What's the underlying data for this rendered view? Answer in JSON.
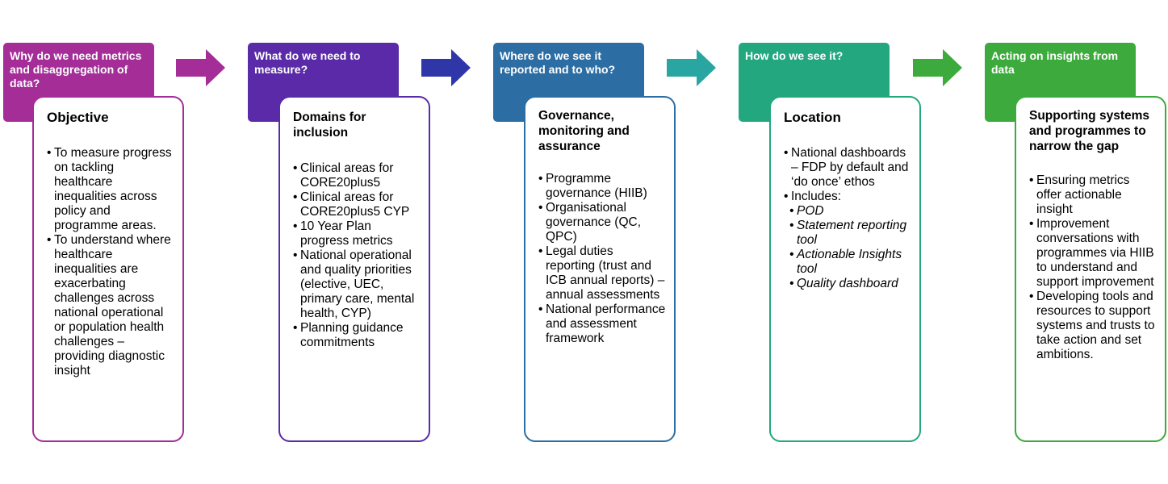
{
  "stages": [
    {
      "header": "Why do we need metrics and disaggregation of data?",
      "title": "Objective",
      "items": [
        {
          "text": "To measure progress on tackling healthcare inequalities across policy and programme areas.",
          "italic": false
        },
        {
          "text": "To understand where healthcare inequalities are exacerbating challenges across national operational or population health challenges – providing diagnostic insight",
          "italic": false
        }
      ]
    },
    {
      "header": "What do we need to measure?",
      "title": "Domains for inclusion",
      "items": [
        {
          "text": "Clinical areas for CORE20plus5",
          "italic": false
        },
        {
          "text": "Clinical areas for CORE20plus5 CYP",
          "italic": false
        },
        {
          "text": "10 Year Plan progress metrics",
          "italic": false
        },
        {
          "text": "National operational and quality priorities (elective, UEC, primary care, mental health, CYP)",
          "italic": false
        },
        {
          "text": "Planning guidance commitments",
          "italic": false
        }
      ]
    },
    {
      "header": "Where do we see it reported and to who?",
      "title": "Governance, monitoring and assurance",
      "items": [
        {
          "text": "Programme governance (HIIB)",
          "italic": false
        },
        {
          "text": "Organisational governance (QC, QPC)",
          "italic": false
        },
        {
          "text": "Legal duties reporting (trust and ICB annual reports) – annual assessments",
          "italic": false
        },
        {
          "text": "National performance and assessment framework",
          "italic": false
        }
      ]
    },
    {
      "header": "How do we see it?",
      "title": "Location",
      "items": [
        {
          "text": "National dashboards – FDP by default and ‘do once’ ethos",
          "italic": false
        },
        {
          "text": "Includes:",
          "italic": false
        },
        {
          "text": "POD",
          "italic": true
        },
        {
          "text": "Statement reporting tool",
          "italic": true
        },
        {
          "text": "Actionable Insights tool",
          "italic": true
        },
        {
          "text": "Quality dashboard",
          "italic": true
        }
      ]
    },
    {
      "header": "Acting on insights from data",
      "title": "Supporting systems and programmes to narrow the gap",
      "items": [
        {
          "text": "Ensuring metrics offer actionable insight",
          "italic": false
        },
        {
          "text": "Improvement conversations with programmes via HIIB to understand and support improvement",
          "italic": false
        },
        {
          "text": "Developing tools and resources to support systems and trusts to take action and set ambitions.",
          "italic": false
        }
      ]
    }
  ],
  "colors": {
    "headers": [
      "#a42d98",
      "#5a2aa8",
      "#2c6ea4",
      "#23a77f",
      "#3caa3c"
    ],
    "title_fills": [
      "#ebdcf1",
      "#e1dcf2",
      "#dce8f2",
      "#dcf1ea",
      "#dff1dc"
    ],
    "borders": [
      "#a42d98",
      "#5a2aa8",
      "#2c6ea4",
      "#23a77f",
      "#3caa3c"
    ],
    "arrows": [
      "#a42d98",
      "#2f36a8",
      "#2aa6a2",
      "#3caa3c"
    ]
  }
}
